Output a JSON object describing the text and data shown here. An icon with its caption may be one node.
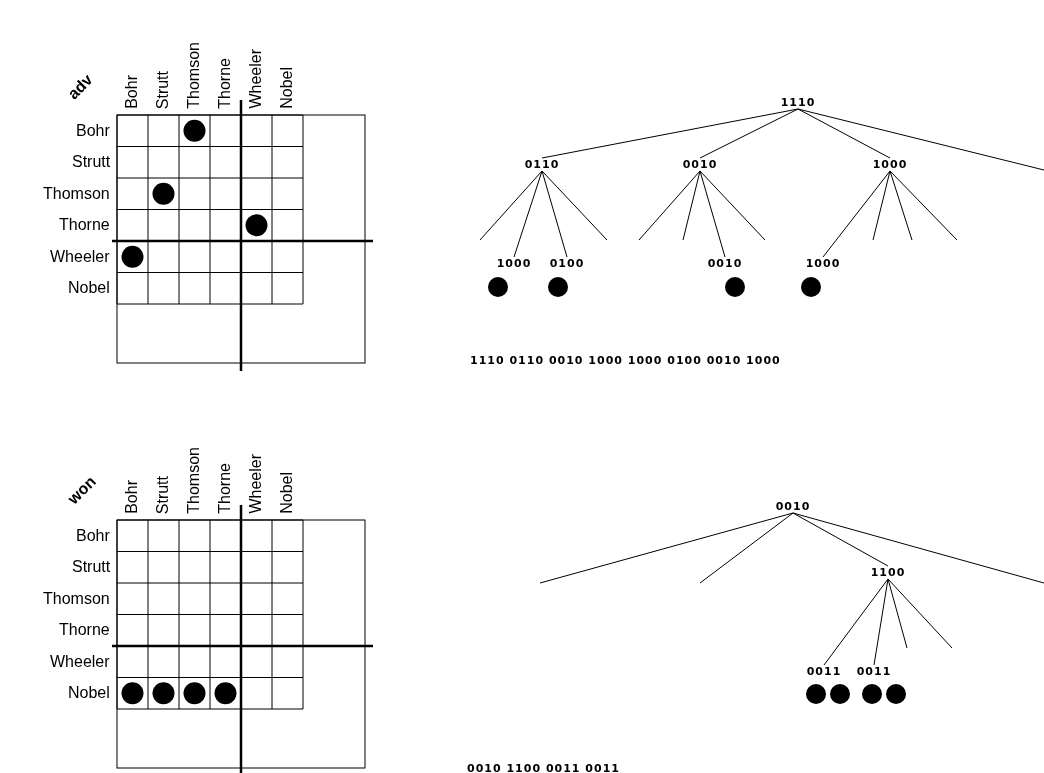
{
  "diagram": {
    "nodes": [
      {
        "text": [
          "1110"
        ]
      },
      {
        "text": [
          "0110"
        ]
      },
      {
        "text": [
          "0010"
        ]
      },
      {
        "text": [
          "1000"
        ]
      },
      {
        "text": [
          "1000"
        ]
      },
      {
        "text": [
          "0100"
        ]
      },
      {
        "text": [
          "0010"
        ]
      },
      {
        "text": [
          "1000"
        ]
      },
      {
        "text": [
          "0010"
        ]
      },
      {
        "text": [
          "1100"
        ]
      },
      {
        "text": [
          "0011"
        ]
      },
      {
        "text": [
          "0011"
        ]
      }
    ],
    "edges": [
      {
        "from": 0,
        "to": 1,
        "arrow": "none"
      },
      {
        "from": 0,
        "to": 2,
        "arrow": "none"
      },
      {
        "from": 0,
        "to": 3,
        "arrow": "none"
      },
      {
        "from": 0,
        "to": null,
        "arrow": "none"
      },
      {
        "from": 1,
        "to": null,
        "arrow": "none"
      },
      {
        "from": 1,
        "to": 4,
        "arrow": "none"
      },
      {
        "from": 1,
        "to": 5,
        "arrow": "none"
      },
      {
        "from": 1,
        "to": null,
        "arrow": "none"
      },
      {
        "from": 2,
        "to": null,
        "arrow": "none"
      },
      {
        "from": 2,
        "to": null,
        "arrow": "none"
      },
      {
        "from": 2,
        "to": 6,
        "arrow": "none"
      },
      {
        "from": 2,
        "to": null,
        "arrow": "none"
      },
      {
        "from": 3,
        "to": 7,
        "arrow": "none"
      },
      {
        "from": 3,
        "to": null,
        "arrow": "none"
      },
      {
        "from": 3,
        "to": null,
        "arrow": "none"
      },
      {
        "from": 3,
        "to": null,
        "arrow": "none"
      },
      {
        "from": 8,
        "to": null,
        "arrow": "none"
      },
      {
        "from": 8,
        "to": null,
        "arrow": "none"
      },
      {
        "from": 8,
        "to": 9,
        "arrow": "none"
      },
      {
        "from": 8,
        "to": null,
        "arrow": "none"
      },
      {
        "from": 9,
        "to": 10,
        "arrow": "none"
      },
      {
        "from": 9,
        "to": 11,
        "arrow": "none"
      },
      {
        "from": 9,
        "to": null,
        "arrow": "none"
      },
      {
        "from": 9,
        "to": null,
        "arrow": "none"
      }
    ],
    "labels": [
      "adv",
      "Bohr",
      "Strutt",
      "Thomson",
      "Thorne",
      "Wheeler",
      "Nobel",
      "Bohr",
      "Strutt",
      "Thomson",
      "Thorne",
      "Wheeler",
      "Nobel",
      "1110 0110 0010 1000 1000 0100 0010 1000",
      "won",
      "Bohr",
      "Strutt",
      "Thomson",
      "Thorne",
      "Wheeler",
      "Nobel",
      "Bohr",
      "Strutt",
      "Thomson",
      "Thorne",
      "Wheeler",
      "Nobel",
      "0010 1100 0011 0011"
    ]
  }
}
